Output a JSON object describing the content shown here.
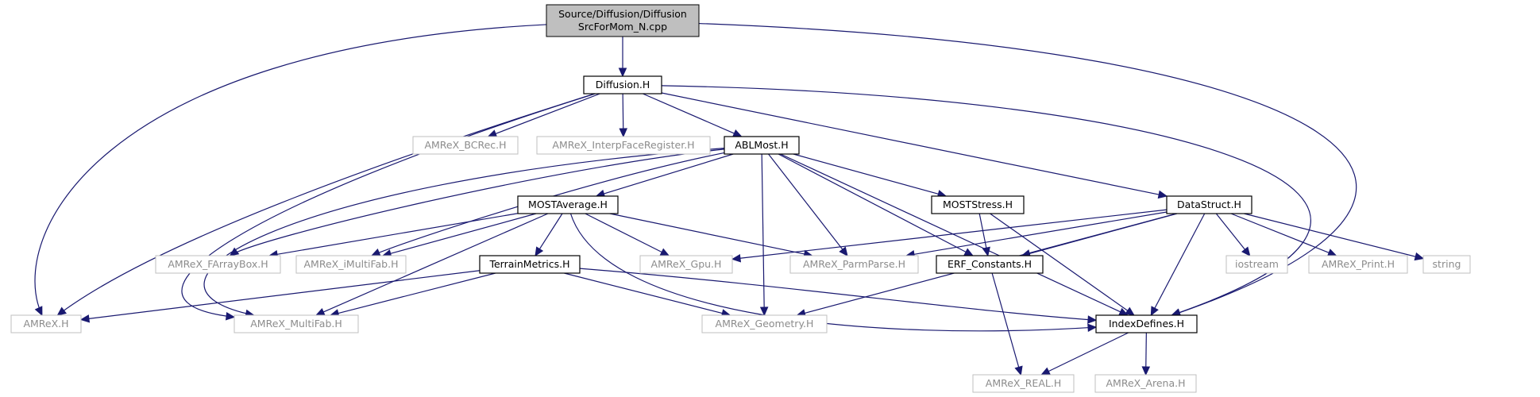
{
  "colors": {
    "edge": "#191970",
    "root_fill": "#bfbfbf",
    "internal_border": "#000000",
    "external_border": "#bfbfbf",
    "external_text": "#8c8c8c",
    "internal_text": "#000000"
  },
  "nodes": [
    {
      "id": "root",
      "lines": [
        "Source/Diffusion/Diffusion",
        "SrcForMom_N.cpp"
      ],
      "kind": "root"
    },
    {
      "id": "diffusion_h",
      "lines": [
        "Diffusion.H"
      ],
      "kind": "internal"
    },
    {
      "id": "amrex_bcrec",
      "lines": [
        "AMReX_BCRec.H"
      ],
      "kind": "external"
    },
    {
      "id": "amrex_interp",
      "lines": [
        "AMReX_InterpFaceRegister.H"
      ],
      "kind": "external"
    },
    {
      "id": "ablmost",
      "lines": [
        "ABLMost.H"
      ],
      "kind": "internal"
    },
    {
      "id": "mostaverage",
      "lines": [
        "MOSTAverage.H"
      ],
      "kind": "internal"
    },
    {
      "id": "moststress",
      "lines": [
        "MOSTStress.H"
      ],
      "kind": "internal"
    },
    {
      "id": "datastruct",
      "lines": [
        "DataStruct.H"
      ],
      "kind": "internal"
    },
    {
      "id": "farraybox",
      "lines": [
        "AMReX_FArrayBox.H"
      ],
      "kind": "external"
    },
    {
      "id": "imultifab",
      "lines": [
        "AMReX_iMultiFab.H"
      ],
      "kind": "external"
    },
    {
      "id": "terrain",
      "lines": [
        "TerrainMetrics.H"
      ],
      "kind": "internal"
    },
    {
      "id": "gpu",
      "lines": [
        "AMReX_Gpu.H"
      ],
      "kind": "external"
    },
    {
      "id": "parmparse",
      "lines": [
        "AMReX_ParmParse.H"
      ],
      "kind": "external"
    },
    {
      "id": "erf_const",
      "lines": [
        "ERF_Constants.H"
      ],
      "kind": "internal"
    },
    {
      "id": "iostream",
      "lines": [
        "iostream"
      ],
      "kind": "external"
    },
    {
      "id": "print",
      "lines": [
        "AMReX_Print.H"
      ],
      "kind": "external"
    },
    {
      "id": "string",
      "lines": [
        "string"
      ],
      "kind": "external"
    },
    {
      "id": "amrex_h",
      "lines": [
        "AMReX.H"
      ],
      "kind": "external"
    },
    {
      "id": "multifab",
      "lines": [
        "AMReX_MultiFab.H"
      ],
      "kind": "external"
    },
    {
      "id": "geometry",
      "lines": [
        "AMReX_Geometry.H"
      ],
      "kind": "external"
    },
    {
      "id": "indexdefines",
      "lines": [
        "IndexDefines.H"
      ],
      "kind": "internal"
    },
    {
      "id": "real",
      "lines": [
        "AMReX_REAL.H"
      ],
      "kind": "external"
    },
    {
      "id": "arena",
      "lines": [
        "AMReX_Arena.H"
      ],
      "kind": "external"
    }
  ],
  "edges": [
    {
      "from": "root",
      "to": "diffusion_h"
    },
    {
      "from": "root",
      "to": "amrex_h"
    },
    {
      "from": "root",
      "to": "indexdefines"
    },
    {
      "from": "diffusion_h",
      "to": "amrex_bcrec"
    },
    {
      "from": "diffusion_h",
      "to": "amrex_interp"
    },
    {
      "from": "diffusion_h",
      "to": "ablmost"
    },
    {
      "from": "diffusion_h",
      "to": "datastruct"
    },
    {
      "from": "diffusion_h",
      "to": "amrex_h"
    },
    {
      "from": "diffusion_h",
      "to": "multifab"
    },
    {
      "from": "diffusion_h",
      "to": "indexdefines"
    },
    {
      "from": "ablmost",
      "to": "mostaverage"
    },
    {
      "from": "ablmost",
      "to": "moststress"
    },
    {
      "from": "ablmost",
      "to": "farraybox"
    },
    {
      "from": "ablmost",
      "to": "imultifab"
    },
    {
      "from": "ablmost",
      "to": "multifab"
    },
    {
      "from": "ablmost",
      "to": "geometry"
    },
    {
      "from": "ablmost",
      "to": "parmparse"
    },
    {
      "from": "ablmost",
      "to": "erf_const"
    },
    {
      "from": "ablmost",
      "to": "indexdefines"
    },
    {
      "from": "mostaverage",
      "to": "farraybox"
    },
    {
      "from": "mostaverage",
      "to": "imultifab"
    },
    {
      "from": "mostaverage",
      "to": "terrain"
    },
    {
      "from": "mostaverage",
      "to": "gpu"
    },
    {
      "from": "mostaverage",
      "to": "parmparse"
    },
    {
      "from": "mostaverage",
      "to": "multifab"
    },
    {
      "from": "mostaverage",
      "to": "indexdefines"
    },
    {
      "from": "moststress",
      "to": "erf_const"
    },
    {
      "from": "moststress",
      "to": "indexdefines"
    },
    {
      "from": "terrain",
      "to": "amrex_h"
    },
    {
      "from": "terrain",
      "to": "multifab"
    },
    {
      "from": "terrain",
      "to": "geometry"
    },
    {
      "from": "terrain",
      "to": "indexdefines"
    },
    {
      "from": "datastruct",
      "to": "gpu"
    },
    {
      "from": "datastruct",
      "to": "parmparse"
    },
    {
      "from": "datastruct",
      "to": "erf_const"
    },
    {
      "from": "datastruct",
      "to": "iostream"
    },
    {
      "from": "datastruct",
      "to": "print"
    },
    {
      "from": "datastruct",
      "to": "string"
    },
    {
      "from": "datastruct",
      "to": "geometry"
    },
    {
      "from": "datastruct",
      "to": "indexdefines"
    },
    {
      "from": "erf_const",
      "to": "real"
    },
    {
      "from": "indexdefines",
      "to": "real"
    },
    {
      "from": "indexdefines",
      "to": "arena"
    }
  ]
}
